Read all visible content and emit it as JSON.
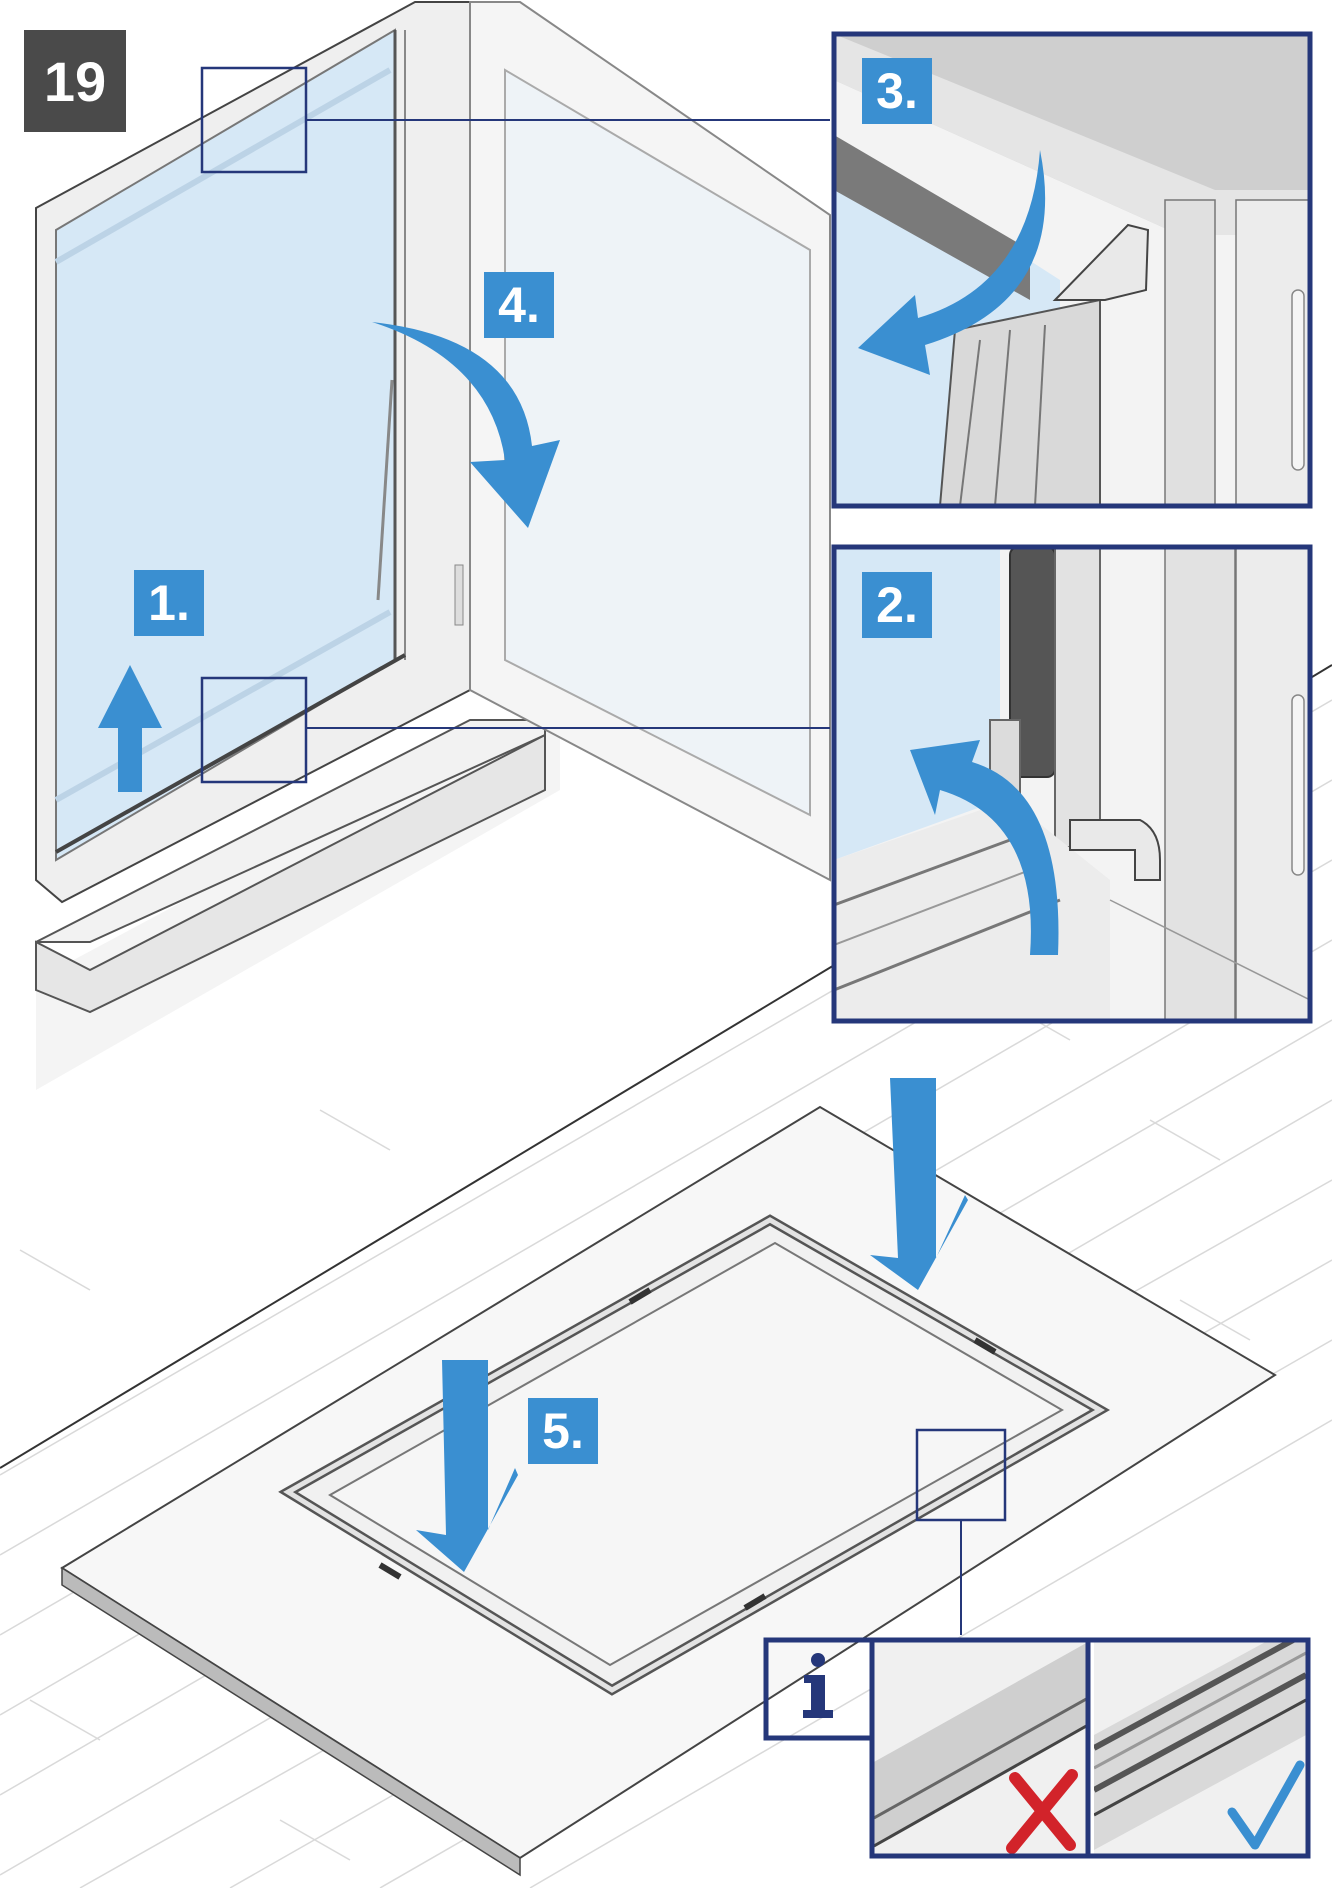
{
  "page_number": "19",
  "steps": {
    "step1": "1.",
    "step2": "2.",
    "step3": "3.",
    "step4": "4.",
    "step5": "5."
  },
  "info_icon": "info-icon",
  "info_panel": {
    "wrong_mark": "cross-icon",
    "correct_mark": "check-icon"
  },
  "colors": {
    "accent_blue": "#3a8fd1",
    "frame_navy": "#25377a",
    "badge_gray": "#4a4a4a",
    "glass": "#d6e8f6",
    "wrong_red": "#d2232a"
  }
}
